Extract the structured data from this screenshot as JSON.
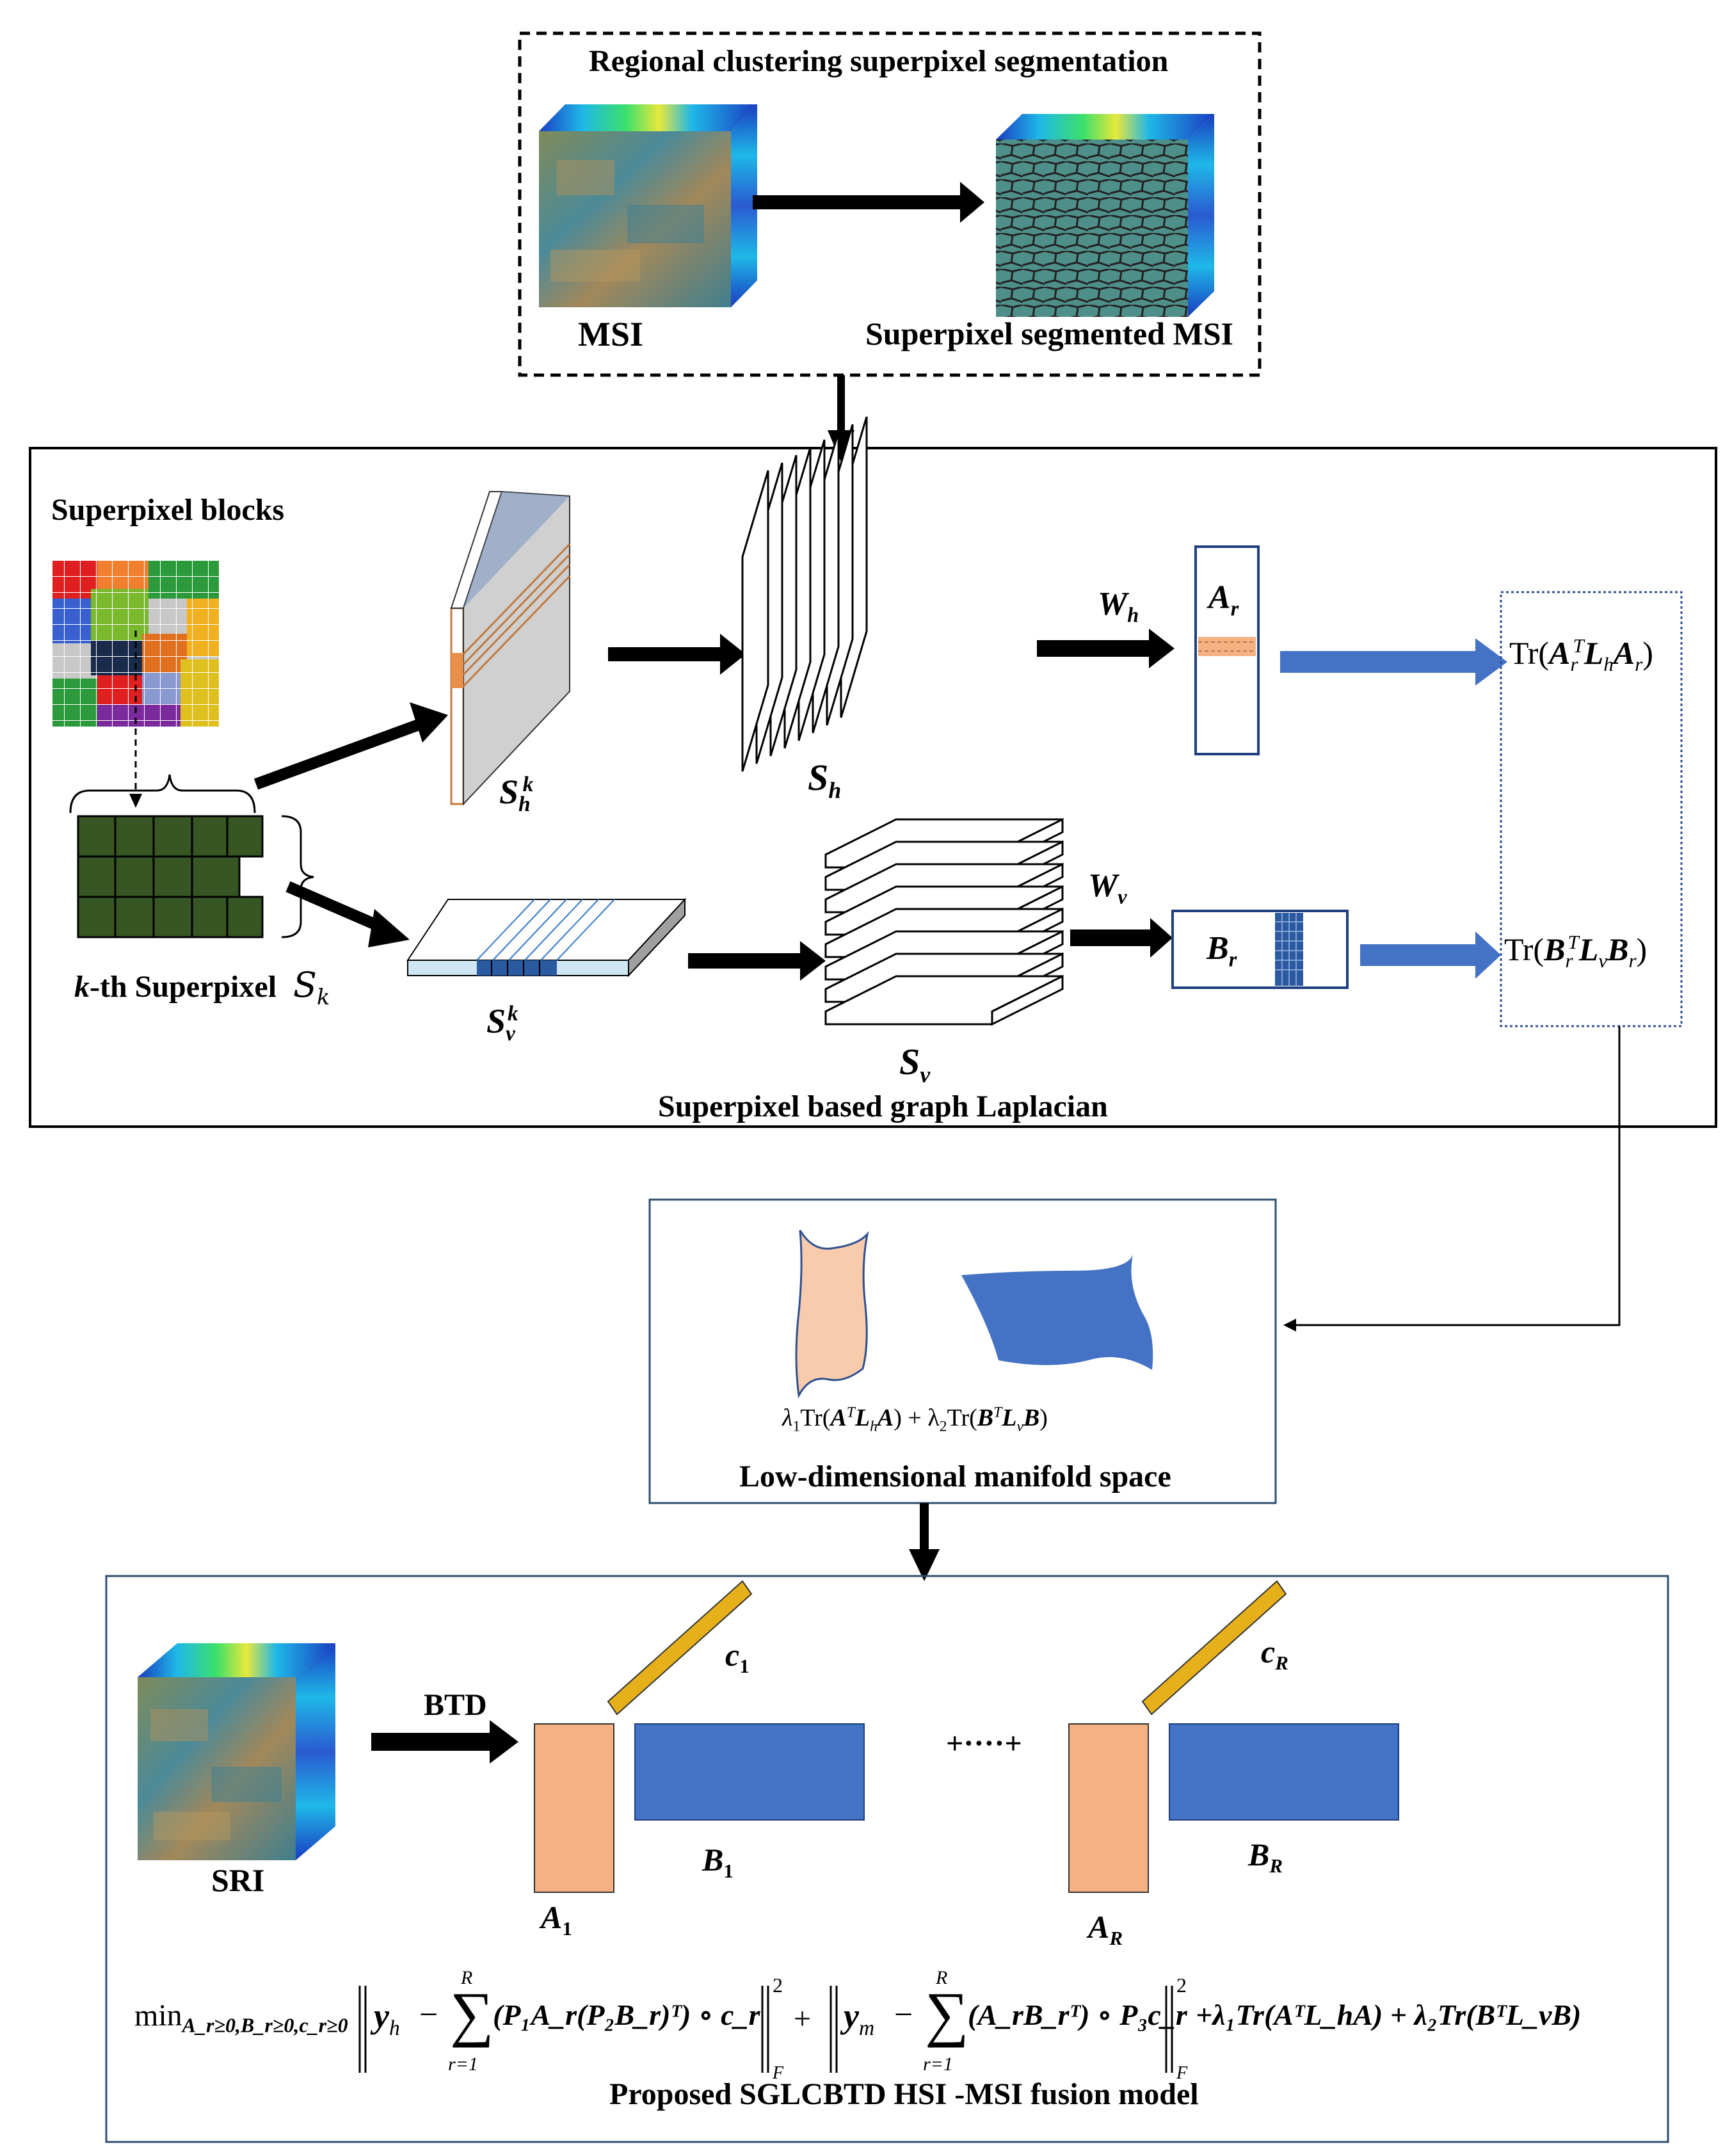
{
  "segmentation": {
    "title": "Regional clustering superpixel segmentation",
    "msi_label": "MSI",
    "segmented_label": "Superpixel segmented MSI"
  },
  "laplacian": {
    "blocks_label": "Superpixel blocks",
    "kth_prefix": "k",
    "kth_text": "-th Superpixel",
    "sk_symbol": "S",
    "sk_sub": "k",
    "sh_k": {
      "base": "S",
      "sub": "h",
      "sup": "k"
    },
    "sh": {
      "base": "S",
      "sub": "h"
    },
    "sv_k": {
      "base": "S",
      "sub": "v",
      "sup": "k"
    },
    "sv": {
      "base": "S",
      "sub": "v"
    },
    "wh": {
      "base": "W",
      "sub": "h"
    },
    "wv": {
      "base": "W",
      "sub": "v"
    },
    "ar": {
      "base": "A",
      "sub": "r"
    },
    "br": {
      "base": "B",
      "sub": "r"
    },
    "tr_a": {
      "tr": "Tr(",
      "a": "A",
      "a_sub": "r",
      "a_sup": "T",
      "l": "L",
      "l_sub": "h",
      "a2": "A",
      "a2_sub": "r",
      "close": ")"
    },
    "tr_b": {
      "tr": "Tr(",
      "b": "B",
      "b_sub": "r",
      "b_sup": "T",
      "l": "L",
      "l_sub": "v",
      "b2": "B",
      "b2_sub": "r",
      "close": ")"
    },
    "caption": "Superpixel based graph Laplacian"
  },
  "manifold": {
    "formula": {
      "l1": "λ",
      "l1_sub": "1",
      "tr1": "Tr(",
      "a": "A",
      "a_sup": "T",
      "l": "L",
      "l_sub": "h",
      "a2": "A",
      "mid": ") + λ",
      "l2_sub": "2",
      "tr2": "Tr(",
      "b": "B",
      "b_sup": "T",
      "l2": "L",
      "l2s": "v",
      "b2": "B",
      "close": ")"
    },
    "caption": "Low-dimensional manifold space"
  },
  "fusion": {
    "sri_label": "SRI",
    "btd_label": "BTD",
    "plus_dots": "+····+",
    "c1": {
      "base": "c",
      "sub": "1"
    },
    "cR": {
      "base": "c",
      "sub": "R"
    },
    "A1": {
      "base": "A",
      "sub": "1"
    },
    "B1": {
      "base": "B",
      "sub": "1"
    },
    "AR": {
      "base": "A",
      "sub": "R"
    },
    "BR": {
      "base": "B",
      "sub": "R"
    },
    "eq": {
      "min": "min",
      "min_sub": "A_r≥0,B_r≥0,c_r≥0",
      "yh": "y",
      "yh_sub": "h",
      "minus": "−",
      "sum_top": "R",
      "sum_bot": "r=1",
      "term1": "(P₁A_r(P₂B_r)ᵀ) ∘ c_r",
      "plus": "+",
      "ym": "y",
      "ym_sub": "m",
      "term2": "(A_rB_rᵀ) ∘ P₃c_r",
      "sq": "2",
      "fro": "F",
      "reg": "+λ₁Tr(AᵀL_hA) + λ₂Tr(BᵀL_vB)"
    },
    "caption": "Proposed SGLCBTD HSI -MSI fusion model"
  },
  "colors": {
    "arrow_blue": "#4472c4",
    "factor_orange": "#f4b183",
    "factor_blue": "#4472c4",
    "rod_gold": "#e6b01b",
    "block_green": "#375623"
  }
}
